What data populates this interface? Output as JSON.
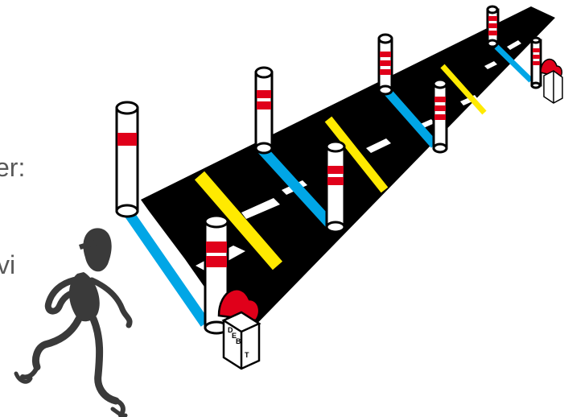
{
  "slide": {
    "text_fragments": [
      "er:",
      "vi"
    ]
  },
  "illustration": {
    "sign_letters": [
      "D",
      "E",
      "B",
      "T"
    ],
    "colors": {
      "road": "#000000",
      "lane_marking": "#ffffff",
      "yellow_line": "#ffea00",
      "blue_line": "#00a6e6",
      "pole_band": "#e0001a",
      "runner": "#3a3a3a",
      "text": "#595959"
    },
    "icons": [
      "runner-icon",
      "bollard-icon",
      "road-sign-icon",
      "road-icon"
    ]
  }
}
